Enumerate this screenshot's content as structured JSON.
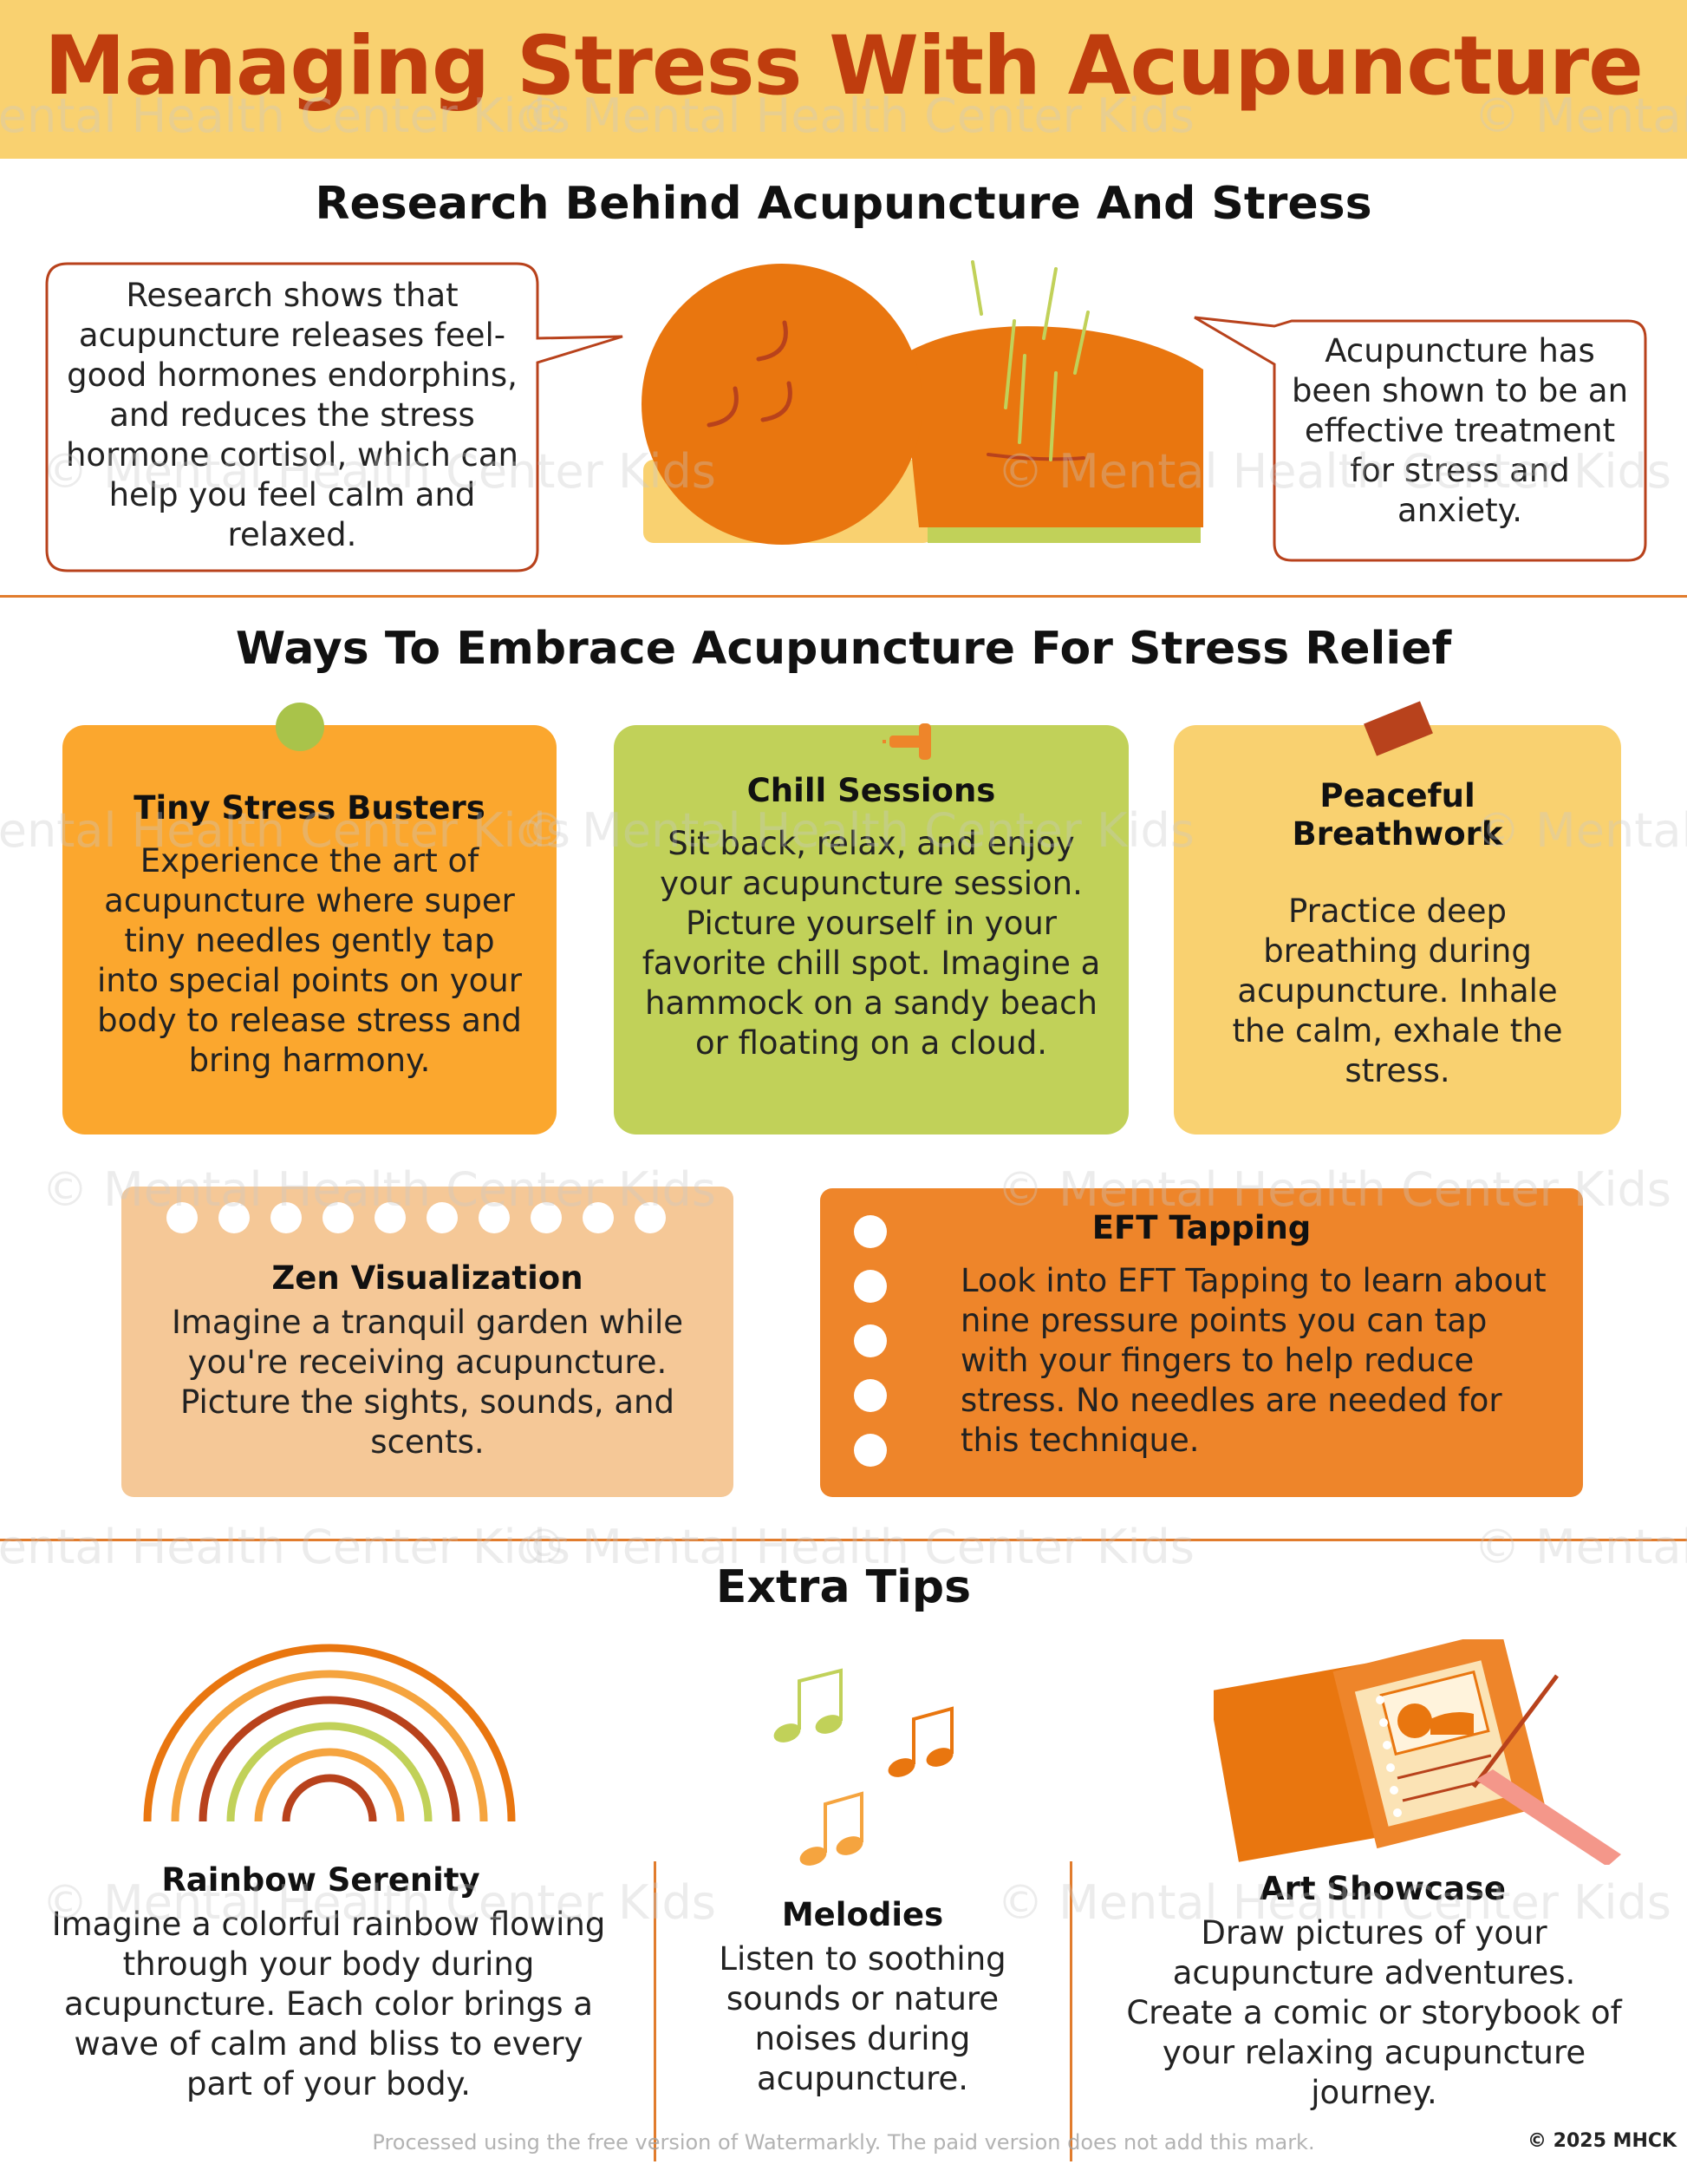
{
  "title": "Managing Stress With Acupuncture",
  "research": {
    "heading": "Research Behind Acupuncture And Stress",
    "left_text": "Research shows that acupuncture releases feel-good hormones endorphins, and reduces the stress hormone cortisol, which can help you feel calm and relaxed.",
    "right_text": "Acupuncture has been shown to be an effective treatment for stress and anxiety."
  },
  "ways": {
    "heading": "Ways To Embrace Acupuncture For Stress Relief",
    "cards": [
      {
        "title": "Tiny Stress Busters",
        "body": "Experience the art of acupuncture where super tiny needles gently tap into special points on your body to release stress and bring harmony."
      },
      {
        "title": "Chill Sessions",
        "body": "Sit back, relax, and enjoy your acupuncture session. Picture yourself in your favorite chill spot.  Imagine a hammock on a sandy beach or floating on a cloud."
      },
      {
        "title": "Peaceful Breathwork",
        "body": "Practice deep breathing during acupuncture.  Inhale the calm, exhale the stress."
      },
      {
        "title": "Zen Visualization",
        "body": "Imagine a tranquil garden while you're receiving acupuncture. Picture the sights, sounds, and scents."
      },
      {
        "title": "EFT Tapping",
        "body": "Look into EFT Tapping to learn about nine pressure points you can tap with your fingers to help reduce stress.  No needles are needed for this technique."
      }
    ]
  },
  "extra": {
    "heading": "Extra Tips",
    "tips": [
      {
        "title": "Rainbow Serenity",
        "body": "Imagine a colorful rainbow flowing through your body during acupuncture.  Each color brings a wave of calm and bliss to every part of your body."
      },
      {
        "title": "Melodies",
        "body": "Listen to soothing sounds or nature noises during acupuncture."
      },
      {
        "title": "Art Showcase",
        "body": "Draw pictures of your acupuncture adventures. Create a comic or storybook of your relaxing acupuncture journey."
      }
    ]
  },
  "watermark": "© Mental Health Center Kids",
  "footer_note": "Processed using the free version of Watermarkly. The paid version does not add this mark.",
  "copyright": "© 2025 MHCK",
  "colors": {
    "header_bg": "#f9d170",
    "title": "#bf3d0e",
    "accent_line": "#e17c2d",
    "orange": "#fba72e",
    "green": "#c1d159",
    "yellow": "#f9d170",
    "peach": "#f5c897",
    "deep_orange": "#ee852a"
  }
}
